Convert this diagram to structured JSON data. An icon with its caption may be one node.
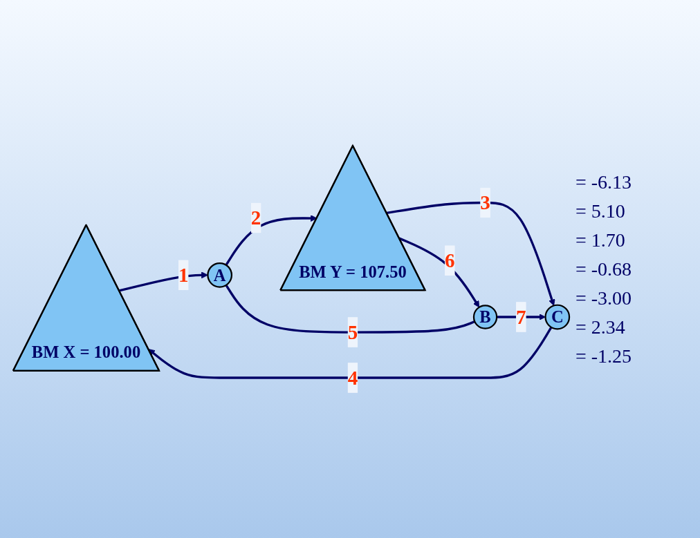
{
  "diagram": {
    "nodes": [
      {
        "text": [
          "BM X = 100.00"
        ]
      },
      {
        "text": [
          "B"
        ]
      },
      {
        "text": [
          "A"
        ]
      },
      {
        "text": [
          "C"
        ]
      },
      {
        "text": [
          "BM Y = 107.50"
        ]
      }
    ],
    "edges": [
      {
        "from": 0,
        "to": 2,
        "arrow": "to",
        "label": "1"
      },
      {
        "from": 2,
        "to": 4,
        "arrow": "to",
        "label": "2"
      },
      {
        "from": 4,
        "to": 3,
        "arrow": "to",
        "label": "3"
      },
      {
        "from": 3,
        "to": 0,
        "arrow": "to",
        "label": "4"
      },
      {
        "from": 1,
        "to": 2,
        "arrow": "none",
        "label": "5"
      },
      {
        "from": 4,
        "to": 1,
        "arrow": "to",
        "label": "6"
      },
      {
        "from": 1,
        "to": 3,
        "arrow": "to",
        "label": "7"
      }
    ],
    "labels": [
      "= -6.13",
      "= 5.10",
      "= 1.70",
      "= -0.68",
      "= -3.00",
      "= 2.34",
      "= -1.25"
    ]
  }
}
